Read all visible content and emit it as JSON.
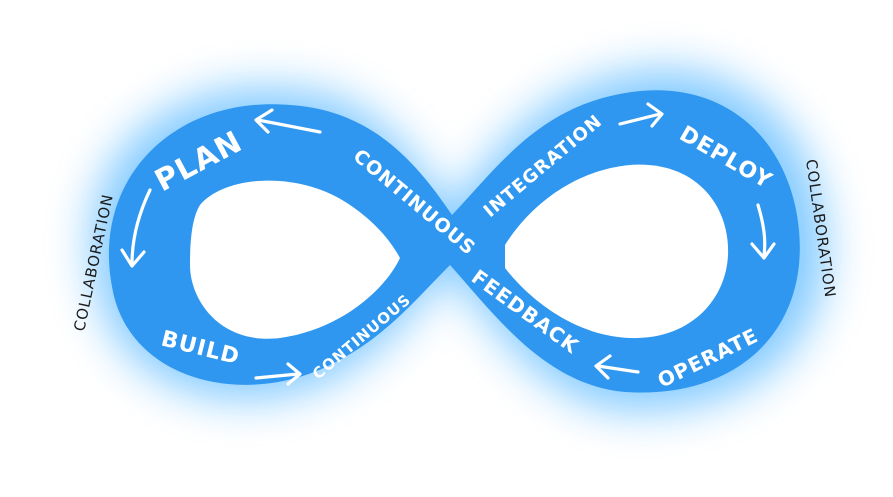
{
  "diagram": {
    "colors": {
      "band": "#2f97f0",
      "glow": "#7cc7ff",
      "text": "#ffffff",
      "side_text": "#1a1a1a",
      "background": "#ffffff"
    },
    "labels": {
      "plan": "PLAN",
      "build": "BUILD",
      "continuous_left": "CONTINUOUS",
      "continuous_center": "CONTINUOUS",
      "integration": "INTEGRATION",
      "deploy": "DEPLOY",
      "operate": "OPERATE",
      "feedback": "FEEDBACK",
      "collaboration_left": "COLLABORATION",
      "collaboration_right": "COLLABORATION"
    },
    "arrows": [
      "arrow-left-icon",
      "arrow-down-left-icon",
      "arrow-right-icon",
      "arrow-right-icon",
      "arrow-down-icon",
      "arrow-left-icon"
    ]
  }
}
